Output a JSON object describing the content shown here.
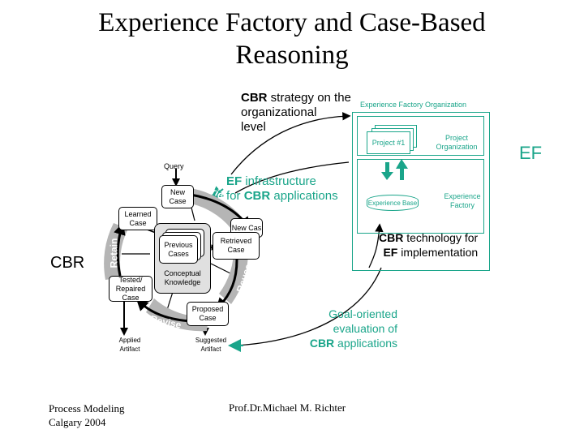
{
  "slide": {
    "title_line1": "Experience Factory and Case-Based",
    "title_line2": "Reasoning",
    "footer_left_line1": "Process Modeling",
    "footer_left_line2": "Calgary 2004",
    "footer_center": "Prof.Dr.Michael M. Richter"
  },
  "annotations": {
    "cbr_strategy_bold": "CBR",
    "cbr_strategy_rest": " strategy on the",
    "cbr_strategy_line2": "organizational",
    "cbr_strategy_line3": "level",
    "ef_infra_bold": "EF",
    "ef_infra_rest": " infrastructure",
    "ef_infra_line2_pre": "for ",
    "ef_infra_line2_bold": "CBR",
    "ef_infra_line2_rest": " applications",
    "cbr_tech_bold": "CBR",
    "cbr_tech_rest": " technology for",
    "cbr_tech_line2_bold": "EF",
    "cbr_tech_line2_rest": " implementation",
    "goal_line1": "Goal-oriented",
    "goal_line2": "evaluation of",
    "goal_line3_bold": "CBR",
    "goal_line3_rest": " applications",
    "side_ef": "EF",
    "side_cbr": "CBR"
  },
  "ef_diagram": {
    "org_label": "Experience Factory Organization",
    "project": "Project #1",
    "project_org": "Project Organization",
    "experience_base": "Experience Base",
    "experience_factory": "Experience Factory",
    "colors": {
      "teal": "#1aa58a"
    }
  },
  "cbr_cycle": {
    "query": "Query",
    "new_case": "New Case",
    "new_case2": "New Cas",
    "retrieved_case": "Retrieved Case",
    "previous_cases": "Previous Cases",
    "conceptual_knowledge": "Conceptual Knowledge",
    "learned_case": "Learned Case",
    "tested_repaired_case": "Tested/ Repaired Case",
    "proposed_case": "Proposed Case",
    "applied_artifact": "Applied Artifact",
    "suggested_artifact": "Suggested Artifact",
    "phases": {
      "retrieve": "Retrieve",
      "reuse": "Reuse",
      "revise": "Revise",
      "retain": "Retain"
    }
  }
}
